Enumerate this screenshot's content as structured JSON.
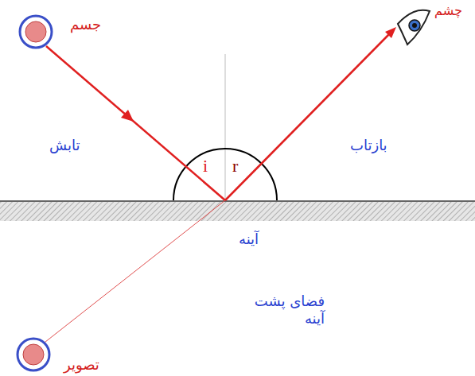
{
  "diagram": {
    "labels": [
      "جسم",
      "چشم",
      "i",
      "r",
      "تابش",
      "بازتاب",
      "آینه",
      "فضای پشت آینه",
      "تصویر"
    ]
  }
}
